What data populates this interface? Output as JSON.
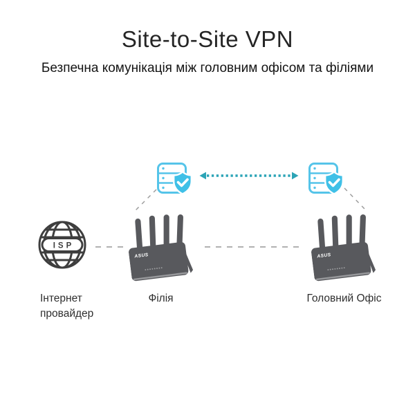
{
  "header": {
    "title": "Site-to-Site VPN",
    "subtitle": "Безпечна комунікація між головним офісом та філіями"
  },
  "diagram": {
    "router_logo": "ASUS",
    "isp": {
      "icon": "globe-isp-icon",
      "badge_text": "ISP",
      "label_lines": [
        "Інтернет",
        "провайдер"
      ]
    },
    "branch": {
      "icon": "wifi-router-icon",
      "label": "Філія"
    },
    "headquarters": {
      "icon": "wifi-router-icon",
      "label": "Головний Офіс"
    },
    "secure_servers": {
      "icon": "secure-server-shield-icon",
      "count": 2
    },
    "vpn_link": {
      "icon": "double-headed-dashed-arrow-icon"
    }
  },
  "colors": {
    "accent_cyan": "#55c4e9",
    "shield_fill": "#3fc0e7",
    "tunnel_teal": "#2ba4b6",
    "device_gray": "#58595d",
    "dashed_line_gray": "#a6a6a6",
    "text_dark": "#252525"
  }
}
